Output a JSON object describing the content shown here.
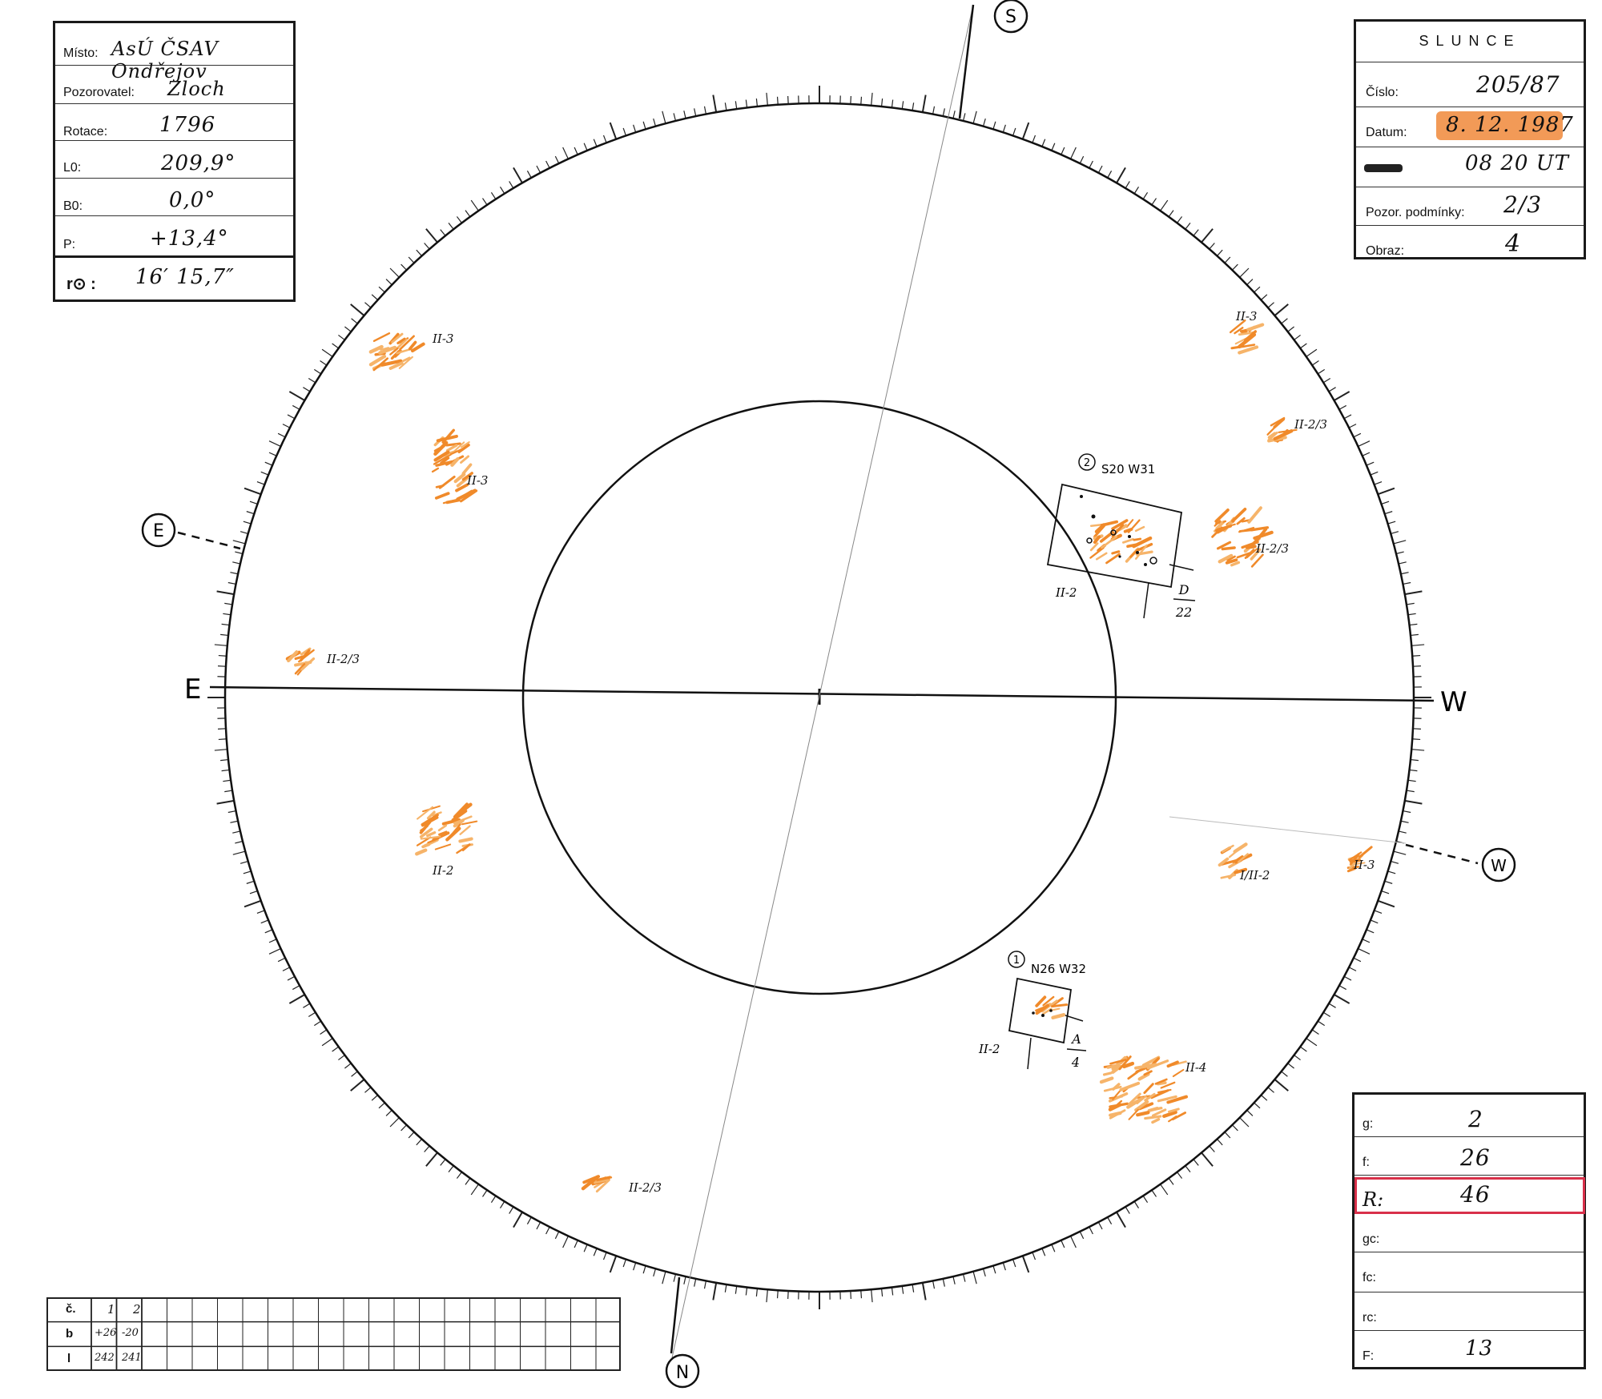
{
  "observatory_box": {
    "misto_label": "Místo:",
    "misto_value": "AsÚ ČSAV Ondřejov",
    "pozorovatel_label": "Pozorovatel:",
    "pozorovatel_value": "Zloch",
    "rotace_label": "Rotace:",
    "rotace_value": "1796",
    "l0_label": "L0:",
    "l0_value": "209,9°",
    "b0_label": "B0:",
    "b0_value": "0,0°",
    "p_label": "P:",
    "p_value": "+13,4°",
    "r_label": "r⊙ :",
    "r_value": "16′ 15,7″"
  },
  "header_box": {
    "title": "SLUNCE",
    "cislo_label": "Číslo:",
    "cislo_value": "205/87",
    "datum_label": "Datum:",
    "datum_value": "8. 12. 1987",
    "cas_value": "08 20 UT",
    "pozor_label": "Pozor. podmínky:",
    "pozor_value": "2/3",
    "obraz_label": "Obraz:",
    "obraz_value": "4"
  },
  "indices_box": {
    "rows": [
      {
        "label": "g:",
        "value": "2"
      },
      {
        "label": "f:",
        "value": "26"
      },
      {
        "label": "R:",
        "value": "46"
      },
      {
        "label": "gc:",
        "value": ""
      },
      {
        "label": "fc:",
        "value": ""
      },
      {
        "label": "rc:",
        "value": ""
      },
      {
        "label": "F:",
        "value": "13"
      }
    ]
  },
  "group_table": {
    "row_labels": [
      "č.",
      "b",
      "l"
    ],
    "groups": [
      {
        "c": "1",
        "b": "+26",
        "l": "242"
      },
      {
        "c": "2",
        "b": "-20",
        "l": "241"
      }
    ]
  },
  "disk": {
    "directions": {
      "s": "S",
      "n": "N",
      "e": "E",
      "w": "W",
      "e_circle": "E",
      "w_circle": "W"
    },
    "groups": [
      {
        "id": "2",
        "coords": "S20 W31",
        "class_label": "D",
        "spots": "22",
        "note": "II-2"
      },
      {
        "id": "1",
        "coords": "N26 W32",
        "class_label": "A",
        "spots": "4",
        "note": "II-2"
      }
    ],
    "faculae_labels": [
      "II-3",
      "II-3",
      "II-2/3",
      "II-2",
      "II-2/3",
      "II-3",
      "II-2/3",
      "II-2/3",
      "I/II-2",
      "II-3",
      "II-4"
    ],
    "colors": {
      "faculae": "#f08a2a",
      "faculae_light": "#f6b46a",
      "ink": "#111111",
      "highlight": "#f0883a",
      "frame_red": "#d8304a"
    }
  }
}
